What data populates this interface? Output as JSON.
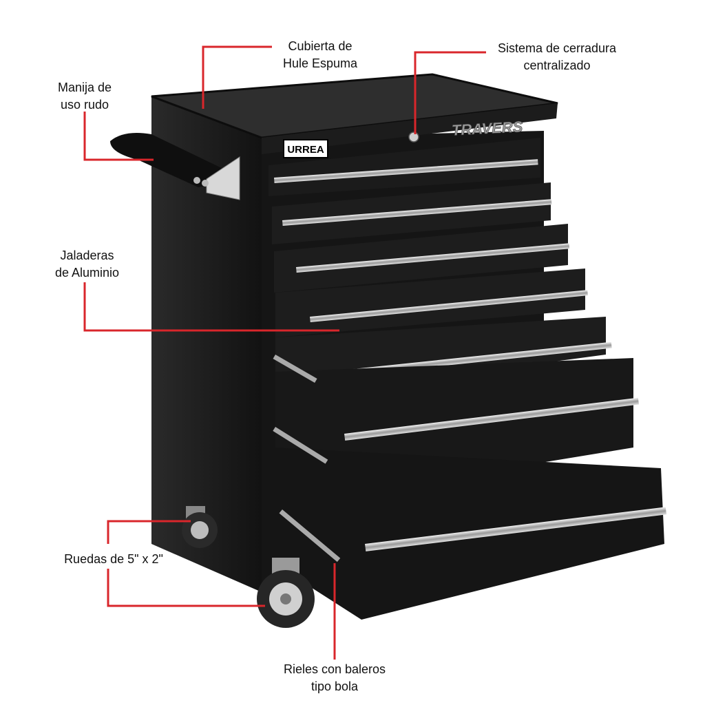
{
  "brand": {
    "logo": "URREA",
    "model_badge": "TRAVERS"
  },
  "colors": {
    "callout_line": "#d9262b",
    "cabinet": "#1a1a1a",
    "chrome": "#c8c8c8",
    "background": "#ffffff"
  },
  "callouts": [
    {
      "id": "foam-top",
      "lines": [
        "Cubierta de",
        "Hule Espuma"
      ]
    },
    {
      "id": "central-lock",
      "lines": [
        "Sistema de cerradura",
        "centralizado"
      ]
    },
    {
      "id": "handle",
      "lines": [
        "Manija de",
        "uso rudo"
      ]
    },
    {
      "id": "aluminum-pulls",
      "lines": [
        "Jaladeras",
        "de Aluminio"
      ]
    },
    {
      "id": "casters",
      "lines": [
        "Ruedas de 5\" x 2\""
      ]
    },
    {
      "id": "ball-bearing-rails",
      "lines": [
        "Rieles con baleros",
        "tipo bola"
      ]
    }
  ]
}
